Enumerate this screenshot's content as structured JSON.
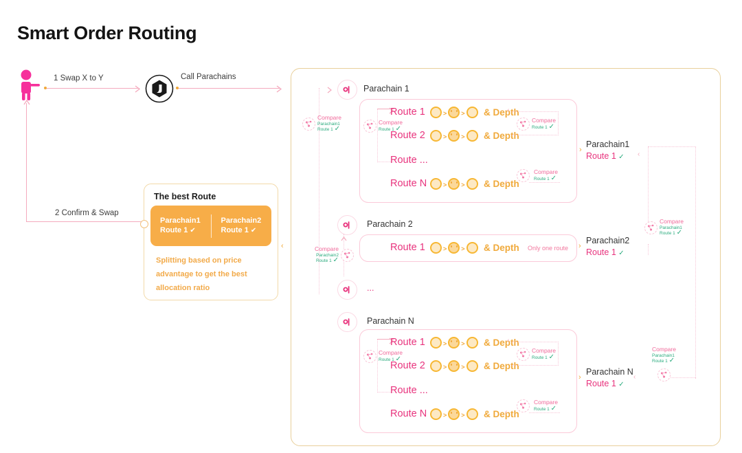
{
  "page": {
    "title": "Smart Order Routing"
  },
  "flow": {
    "user_icon": "person-icon",
    "logo_icon": "app-logo-icon",
    "step1_label": "1  Swap X to Y",
    "call_label": "Call Parachains",
    "step2_label": "2  Confirm & Swap"
  },
  "best_route": {
    "title": "The best Route",
    "left": {
      "chain": "Parachain1",
      "route": "Route 1"
    },
    "right": {
      "chain": "Parachain2",
      "route": "Route 1"
    },
    "note": "Splitting based on price advantage to get the best allocation ratio",
    "check_icon": "check-circle-icon"
  },
  "labels": {
    "compare": "Compare",
    "route1_ok": "Route 1",
    "only_one_route": "Only one route",
    "depth": "& Depth",
    "ellipsis": "...",
    "route_ellipsis": "Route ...",
    "gt": ">"
  },
  "parachains": [
    {
      "name": "Parachain 1",
      "icon": "parachain-icon",
      "routes": [
        {
          "name": "Route 1",
          "depth": "& Depth",
          "tokens": [
            "token-a",
            "token-b",
            "token-c"
          ]
        },
        {
          "name": "Route 2",
          "depth": "& Depth",
          "tokens": [
            "token-a",
            "token-b",
            "token-c"
          ]
        },
        {
          "name": "Route ...",
          "depth": "",
          "tokens": []
        },
        {
          "name": "Route N",
          "depth": "& Depth",
          "tokens": [
            "token-a",
            "token-b",
            "token-c"
          ]
        }
      ],
      "inner_compare": {
        "line1": "Compare",
        "line2": "Route 1"
      },
      "right_compare_top": {
        "line1": "Compare",
        "line2": "Route 1"
      },
      "right_compare_bottom": {
        "line1": "Compare",
        "line2": "Route 1"
      },
      "outer_compare": {
        "line1": "Compare",
        "line2": "Parachain1",
        "line3": "Route 1"
      },
      "result": {
        "chain": "Parachain1",
        "route": "Route 1"
      }
    },
    {
      "name": "Parachain 2",
      "icon": "parachain-icon",
      "routes": [
        {
          "name": "Route 1",
          "depth": "& Depth",
          "tokens": [
            "token-a",
            "token-b",
            "token-c"
          ],
          "note": "Only one route"
        }
      ],
      "outer_compare": {
        "line1": "Compare",
        "line2": "Parachain2",
        "line3": "Route 1"
      },
      "result": {
        "chain": "Parachain2",
        "route": "Route 1"
      }
    },
    {
      "name": "...",
      "icon": "parachain-icon",
      "routes": []
    },
    {
      "name": "Parachain N",
      "icon": "parachain-icon",
      "routes": [
        {
          "name": "Route 1",
          "depth": "& Depth",
          "tokens": [
            "token-a",
            "token-b",
            "token-c"
          ]
        },
        {
          "name": "Route 2",
          "depth": "& Depth",
          "tokens": [
            "token-a",
            "token-b",
            "token-c"
          ]
        },
        {
          "name": "Route ...",
          "depth": "",
          "tokens": []
        },
        {
          "name": "Route N",
          "depth": "& Depth",
          "tokens": [
            "token-a",
            "token-b",
            "token-c"
          ]
        }
      ],
      "inner_compare": {
        "line1": "Compare",
        "line2": "Route 1"
      },
      "right_compare_top": {
        "line1": "Compare",
        "line2": "Route 1"
      },
      "right_compare_bottom": {
        "line1": "Compare",
        "line2": "Route 1"
      },
      "result": {
        "chain": "Parachain N",
        "route": "Route 1"
      }
    }
  ],
  "merge_compares": [
    {
      "line1": "Compare",
      "line2": "Parachain1",
      "line3": "Route 1"
    },
    {
      "line1": "Compare",
      "line2": "Parachain1",
      "line3": "Route 1"
    }
  ],
  "colors": {
    "pink": "#e8337d",
    "pink_light": "#f4aabd",
    "orange": "#f7ad48",
    "gold": "#f0a93a",
    "green": "#2aab7e",
    "border_gold": "#e8cf9a",
    "border_pink": "#fbc9d8"
  }
}
